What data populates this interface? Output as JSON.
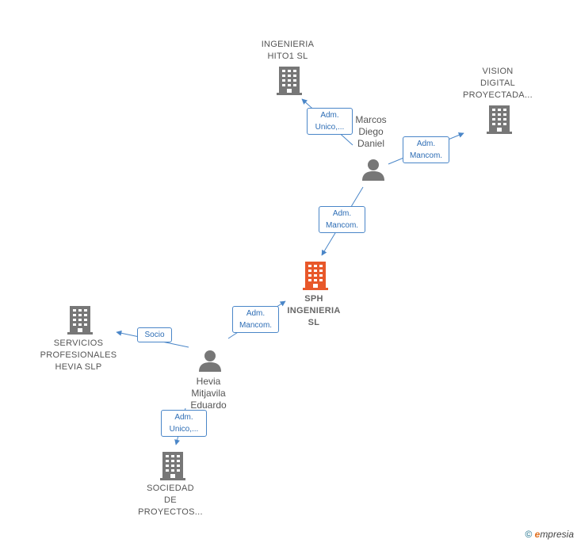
{
  "colors": {
    "edge": "#4a86c8",
    "building": "#777777",
    "building_focus": "#e8582a",
    "person": "#777777"
  },
  "nodes": {
    "ingenieria_hito1": {
      "label": "INGENIERIA\nHITO1  SL",
      "icon": "building-icon"
    },
    "vision_digital": {
      "label": "VISION\nDIGITAL\nPROYECTADA...",
      "icon": "building-icon"
    },
    "sph_ingenieria": {
      "label": "SPH\nINGENIERIA\nSL",
      "icon": "building-icon"
    },
    "servicios_profesionales": {
      "label": "SERVICIOS\nPROFESIONALES\nHEVIA  SLP",
      "icon": "building-icon"
    },
    "sociedad_proyectos": {
      "label": "SOCIEDAD\nDE\nPROYECTOS...",
      "icon": "building-icon"
    },
    "marcos_diego_daniel": {
      "label": "Marcos\nDiego\nDaniel",
      "icon": "person-icon"
    },
    "hevia_mitjavila_eduardo": {
      "label": "Hevia\nMitjavila\nEduardo",
      "icon": "person-icon"
    }
  },
  "edges": {
    "marcos_to_ingenieria": "Adm.\nUnico,...",
    "marcos_to_vision": "Adm.\nMancom.",
    "marcos_to_sph": "Adm.\nMancom.",
    "hevia_to_sph": "Adm.\nMancom.",
    "hevia_to_servicios": "Socio",
    "hevia_to_sociedad": "Adm.\nUnico,..."
  },
  "footer": {
    "copyright": "©",
    "brand_first": "e",
    "brand_rest": "mpresia"
  }
}
